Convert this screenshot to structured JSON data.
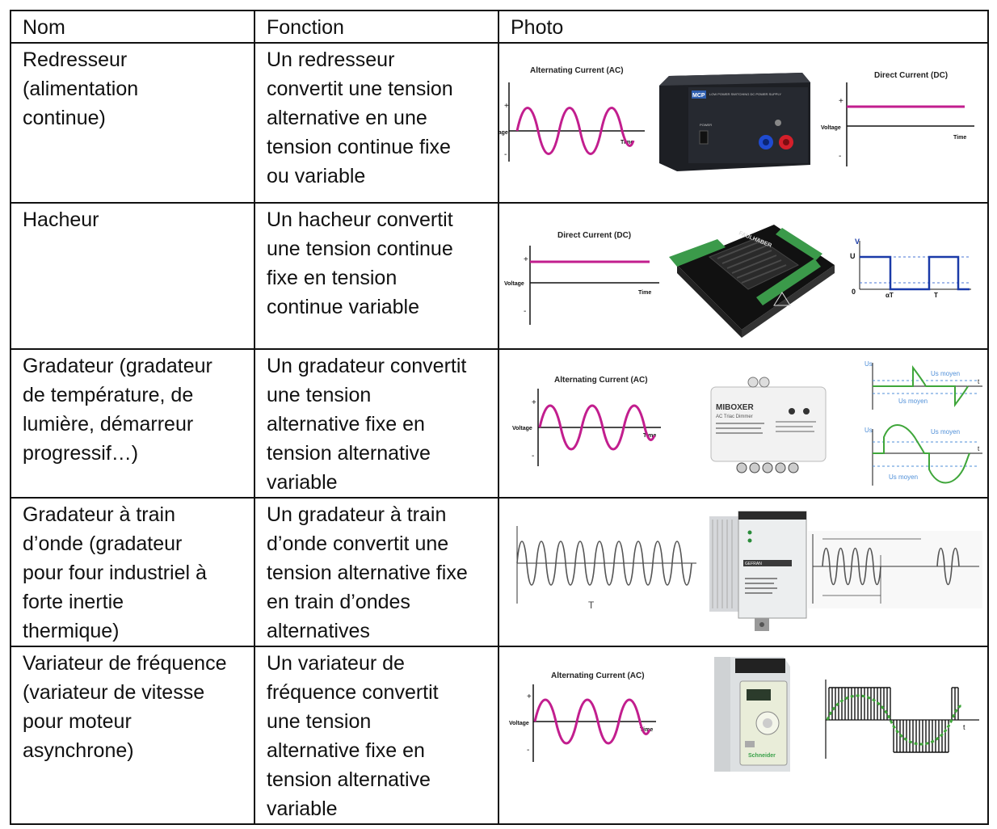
{
  "table": {
    "headers": [
      "Nom",
      "Fonction",
      "Photo"
    ],
    "rows": [
      {
        "nom": "Redresseur\n(alimentation\ncontinue)",
        "fonction": "Un redresseur\nconvertit une tension\nalternative en une\ntension continue fixe\nou variable"
      },
      {
        "nom": "Hacheur",
        "fonction": "Un hacheur convertit\nune tension continue\nfixe en tension\ncontinue variable"
      },
      {
        "nom": "Gradateur (gradateur\nde température, de\nlumière, démarreur\nprogressif…)",
        "fonction": "Un gradateur convertit\nune tension\nalternative fixe en\ntension alternative\nvariable"
      },
      {
        "nom": "Gradateur à train\nd’onde (gradateur\npour four industriel à\nforte inertie\nthermique)",
        "fonction": "Un gradateur à train\nd’onde convertit une\ntension alternative fixe\nen train d’ondes\nalternatives"
      },
      {
        "nom": "Variateur de fréquence\n(variateur de vitesse\npour moteur\nasynchrone)",
        "fonction": "Un variateur de\nfréquence convertit\nune tension\nalternative fixe en\ntension alternative\nvariable"
      }
    ]
  },
  "graph_labels": {
    "ac_title": "Alternating Current (AC)",
    "dc_title": "Direct Current (DC)",
    "voltage": "Voltage",
    "time": "Time",
    "plus": "+",
    "minus": "-",
    "chopper_v": "V",
    "chopper_u": "U",
    "chopper_zero": "0",
    "chopper_at": "αT",
    "chopper_t": "T",
    "us": "Us",
    "us_moyen": "Us moyen",
    "t": "t",
    "period": "T"
  },
  "devices": {
    "psu_brand": "MCP",
    "psu_text": "LOW POWER SWITCHING DC POWER SUPPLY",
    "psu_power": "POWER",
    "chopper_brand": "FAULHABER",
    "dimmer_brand": "MIBOXER",
    "dimmer_subtitle": "AC Triac Dimmer",
    "thyristor_label": "GEFRAN",
    "vfd_brand": "Schneider"
  },
  "colors": {
    "ac_wave": "#c21e8e",
    "dc_line": "#c21e8e",
    "chopper_wave": "#1a3aa8",
    "chopper_dash": "#4a74d6",
    "dimmer_wave": "#3fa63a",
    "dimmer_label": "#4f8fd8"
  }
}
